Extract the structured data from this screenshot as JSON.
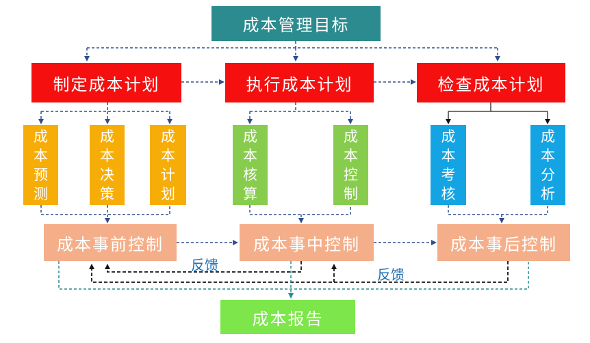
{
  "top": {
    "goal": "成本管理目标"
  },
  "plans": {
    "make": "制定成本计划",
    "execute": "执行成本计划",
    "check": "检查成本计划"
  },
  "sub": {
    "forecast": [
      "成",
      "本",
      "预",
      "测"
    ],
    "decision": [
      "成",
      "本",
      "决",
      "策"
    ],
    "plan": [
      "成",
      "本",
      "计",
      "划"
    ],
    "accounting": [
      "成",
      "本",
      "核",
      "算"
    ],
    "control": [
      "成",
      "本",
      "控",
      "制"
    ],
    "assessment": [
      "成",
      "本",
      "考",
      "核"
    ],
    "analysis": [
      "成",
      "本",
      "分",
      "析"
    ]
  },
  "controls": {
    "pre": "成本事前控制",
    "mid": "成本事中控制",
    "post": "成本事后控制"
  },
  "feedback": {
    "left": "反馈",
    "right": "反馈"
  },
  "report": "成本报告",
  "colors": {
    "goal": "#2b8b8e",
    "plan": "#f50f0f",
    "forecast_group": "#f7ad08",
    "execute_group": "#88cc4e",
    "check_group": "#14a4e4",
    "control": "#f4af8a",
    "report": "#7ce64a",
    "connector": "#2f4f8f",
    "feedback_line": "#000000",
    "report_line": "#2a8c92"
  }
}
